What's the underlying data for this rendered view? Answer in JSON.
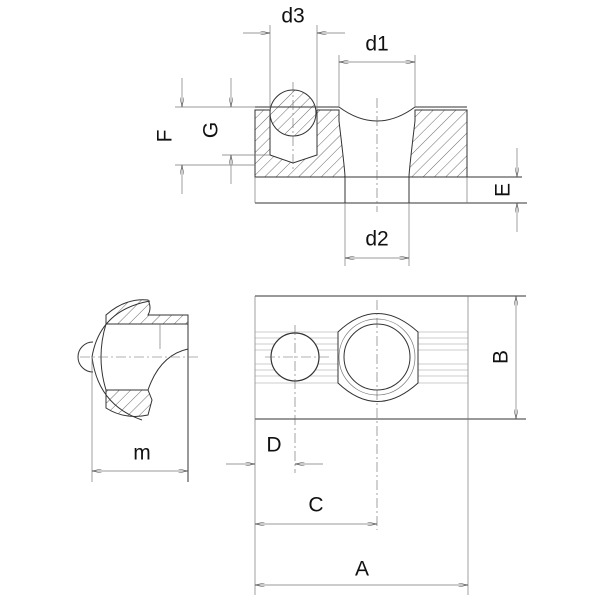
{
  "labels": {
    "d3": "d3",
    "d1": "d1",
    "d2": "d2",
    "F": "F",
    "G": "G",
    "E": "E",
    "B": "B",
    "D": "D",
    "C": "C",
    "A": "A",
    "m": "m"
  },
  "colors": {
    "line": "#333333",
    "background": "#ffffff"
  }
}
